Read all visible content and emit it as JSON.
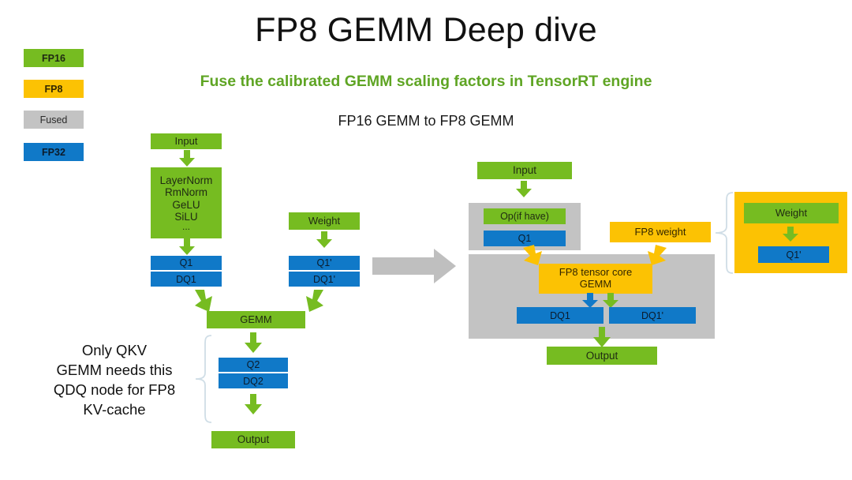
{
  "header": {
    "title": "FP8 GEMM Deep dive",
    "subtitle": "Fuse the calibrated GEMM scaling factors in TensorRT engine",
    "caption": "FP16 GEMM to FP8 GEMM"
  },
  "colors": {
    "green_fp16": "#76bc21",
    "yellow_fp8": "#fcc203",
    "gray_fused": "#c3c3c3",
    "blue_fp32": "#1079c8",
    "subtitle_green": "#5fa524",
    "bracket": "#cfdde6"
  },
  "legend": {
    "items": [
      {
        "label": "FP16",
        "color": "#76bc21"
      },
      {
        "label": "FP8",
        "color": "#fcc203"
      },
      {
        "label": "Fused",
        "color": "#c3c3c3"
      },
      {
        "label": "FP32",
        "color": "#1079c8"
      }
    ]
  },
  "left_diagram": {
    "name": "FP16 GEMM graph",
    "activation_chain": {
      "input": "Input",
      "ops": "LayerNorm\nRmNorm\nGeLU\nSiLU\n...",
      "ops_lines": [
        "LayerNorm",
        "RmNorm",
        "GeLU",
        "SiLU",
        "..."
      ],
      "q": "Q1",
      "dq": "DQ1"
    },
    "weight_chain": {
      "weight": "Weight",
      "q": "Q1'",
      "dq": "DQ1'"
    },
    "gemm": "GEMM",
    "post": {
      "q": "Q2",
      "dq": "DQ2",
      "output": "Output"
    },
    "annotation": "Only QKV\nGEMM needs this\nQDQ node for FP8\nKV-cache",
    "annotation_lines": [
      "Only QKV",
      "GEMM needs this",
      "QDQ node for FP8",
      "KV-cache"
    ]
  },
  "transition": {
    "icon": "right-block-arrow",
    "color": "#bfbfbf"
  },
  "right_diagram": {
    "name": "FP8 GEMM graph",
    "input": "Input",
    "fused_op_panel": {
      "op": "Op(if have)",
      "q": "Q1"
    },
    "fp8_weight_label": "FP8 weight",
    "fused_gemm_panel": {
      "gemm_line1": "FP8 tensor core",
      "gemm_line2": "GEMM",
      "dq_left": "DQ1",
      "dq_right": "DQ1'"
    },
    "output": "Output",
    "weight_detail": {
      "weight": "Weight",
      "q": "Q1'"
    }
  }
}
